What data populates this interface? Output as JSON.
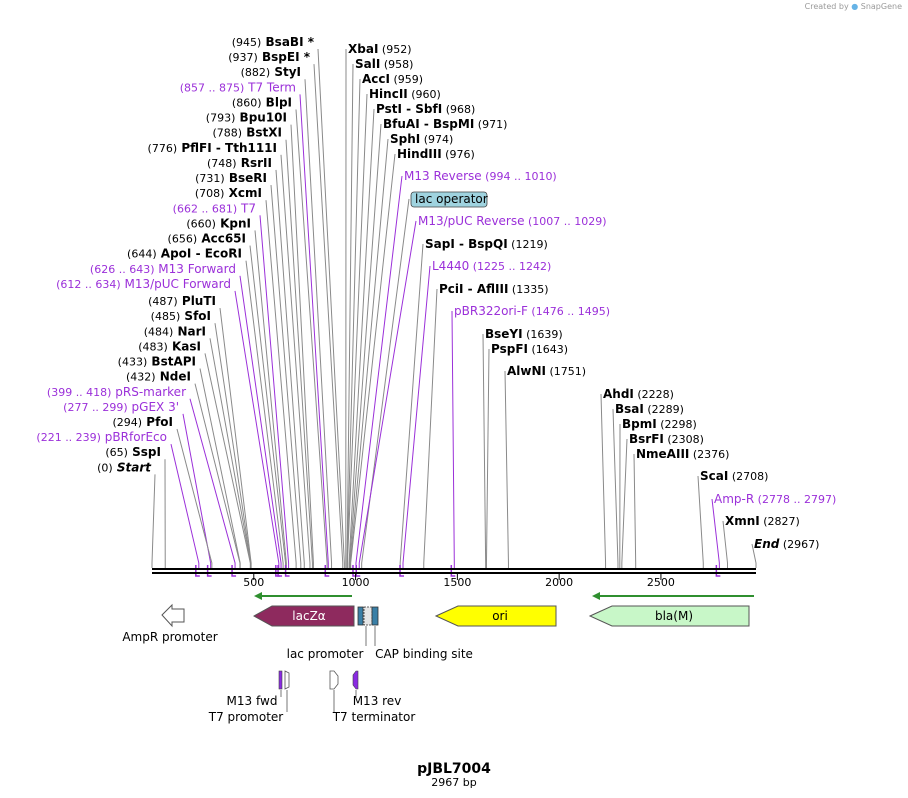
{
  "created_by": "Created by",
  "app_name": "SnapGene",
  "plasmid": {
    "name": "pJBL7004",
    "length": 2967,
    "length_label": "2967 bp"
  },
  "colors": {
    "feature_label": "#9b30d9",
    "lacZ": "#8e2a5e",
    "ori": "#ffff00",
    "bla": "#c8f7c8",
    "ampr": "#ffffff",
    "lac_operator_bg": "#9fd3df",
    "arrow_green": "#2f8f2f"
  },
  "left_labels": [
    {
      "pos": "(945)",
      "name": "BsaBI",
      "suffix": "*",
      "site": 945
    },
    {
      "pos": "(937)",
      "name": "BspEI",
      "suffix": "*",
      "site": 937
    },
    {
      "pos": "(882)",
      "name": "StyI",
      "site": 882
    },
    {
      "feature": true,
      "pos": "(857 .. 875)",
      "name": "T7 Term",
      "site": 866
    },
    {
      "pos": "(860)",
      "name": "BlpI",
      "site": 860
    },
    {
      "pos": "(793)",
      "name": "Bpu10I",
      "site": 793
    },
    {
      "pos": "(788)",
      "name": "BstXI",
      "site": 788
    },
    {
      "pos": "(776)",
      "name": "PflFI",
      "name2": "Tth111I",
      "site": 776
    },
    {
      "pos": "(748)",
      "name": "RsrII",
      "site": 748
    },
    {
      "pos": "(731)",
      "name": "BseRI",
      "site": 731
    },
    {
      "pos": "(708)",
      "name": "XcmI",
      "site": 708
    },
    {
      "feature": true,
      "pos": "(662 .. 681)",
      "name": "T7",
      "site": 671
    },
    {
      "pos": "(660)",
      "name": "KpnI",
      "site": 660
    },
    {
      "pos": "(656)",
      "name": "Acc65I",
      "site": 656
    },
    {
      "pos": "(644)",
      "name": "ApoI",
      "name2": "EcoRI",
      "site": 644
    },
    {
      "feature": true,
      "pos": "(626 .. 643)",
      "name": "M13 Forward",
      "site": 634
    },
    {
      "feature": true,
      "pos": "(612 .. 634)",
      "name": "M13/pUC Forward",
      "site": 623
    },
    {
      "pos": "(487)",
      "name": "PluTI",
      "site": 487
    },
    {
      "pos": "(485)",
      "name": "SfoI",
      "site": 485
    },
    {
      "pos": "(484)",
      "name": "NarI",
      "site": 484
    },
    {
      "pos": "(483)",
      "name": "KasI",
      "site": 483
    },
    {
      "pos": "(433)",
      "name": "BstAPI",
      "site": 433
    },
    {
      "pos": "(432)",
      "name": "NdeI",
      "site": 432
    },
    {
      "feature": true,
      "pos": "(399 .. 418)",
      "name": "pRS-marker",
      "site": 408
    },
    {
      "feature": true,
      "pos": "(277 .. 299)",
      "name": "pGEX 3'",
      "site": 288
    },
    {
      "pos": "(294)",
      "name": "PfoI",
      "site": 294
    },
    {
      "feature": true,
      "pos": "(221 .. 239)",
      "name": "pBRforEco",
      "site": 230
    },
    {
      "pos": "(65)",
      "name": "SspI",
      "site": 65
    },
    {
      "pos": "(0)",
      "name": "Start",
      "italic": true,
      "site": 0
    }
  ],
  "right_labels": [
    {
      "name": "XbaI",
      "pos": "(952)",
      "site": 952
    },
    {
      "name": "SalI",
      "pos": "(958)",
      "site": 958
    },
    {
      "name": "AccI",
      "pos": "(959)",
      "site": 959
    },
    {
      "name": "HincII",
      "pos": "(960)",
      "site": 960
    },
    {
      "name": "PstI",
      "name2": "SbfI",
      "pos": "(968)",
      "site": 968
    },
    {
      "name": "BfuAI",
      "name2": "BspMI",
      "pos": "(971)",
      "site": 971
    },
    {
      "name": "SphI",
      "pos": "(974)",
      "site": 974
    },
    {
      "name": "HindIII",
      "pos": "(976)",
      "site": 976
    },
    {
      "feature": true,
      "name": "M13 Reverse",
      "pos": "(994 .. 1010)",
      "site": 1002
    },
    {
      "boxed": true,
      "name": "lac operator",
      "site": 1030
    },
    {
      "feature": true,
      "name": "M13/pUC Reverse",
      "pos": "(1007 .. 1029)",
      "site": 1018
    },
    {
      "name": "SapI",
      "name2": "BspQI",
      "pos": "(1219)",
      "site": 1219
    },
    {
      "feature": true,
      "name": "L4440",
      "pos": "(1225 .. 1242)",
      "site": 1233
    },
    {
      "name": "PciI",
      "name2": "AflIII",
      "pos": "(1335)",
      "site": 1335
    },
    {
      "feature": true,
      "name": "pBR322ori-F",
      "pos": "(1476 .. 1495)",
      "site": 1485
    },
    {
      "name": "BseYI",
      "pos": "(1639)",
      "site": 1639
    },
    {
      "name": "PspFI",
      "pos": "(1643)",
      "site": 1643
    },
    {
      "name": "AlwNI",
      "pos": "(1751)",
      "site": 1751
    },
    {
      "name": "AhdI",
      "pos": "(2228)",
      "site": 2228
    },
    {
      "name": "BsaI",
      "pos": "(2289)",
      "site": 2289
    },
    {
      "name": "BpmI",
      "pos": "(2298)",
      "site": 2298
    },
    {
      "name": "BsrFI",
      "pos": "(2308)",
      "site": 2308
    },
    {
      "name": "NmeAIII",
      "pos": "(2376)",
      "site": 2376
    },
    {
      "name": "ScaI",
      "pos": "(2708)",
      "site": 2708
    },
    {
      "feature": true,
      "name": "Amp-R",
      "pos": "(2778 .. 2797)",
      "site": 2787
    },
    {
      "name": "XmnI",
      "pos": "(2827)",
      "site": 2827
    },
    {
      "name": "End",
      "italic": true,
      "pos": "(2967)",
      "site": 2967
    }
  ],
  "ticks": [
    "500",
    "1000",
    "1500",
    "2000",
    "2500"
  ],
  "features": {
    "lacZ": "lacZα",
    "ori": "ori",
    "bla": "bla(M)",
    "ampr_promoter": "AmpR promoter",
    "lac_promoter": "lac promoter",
    "cap_site": "CAP binding site",
    "m13_fwd": "M13 fwd",
    "t7_promoter": "T7 promoter",
    "m13_rev": "M13 rev",
    "t7_terminator": "T7 terminator"
  }
}
